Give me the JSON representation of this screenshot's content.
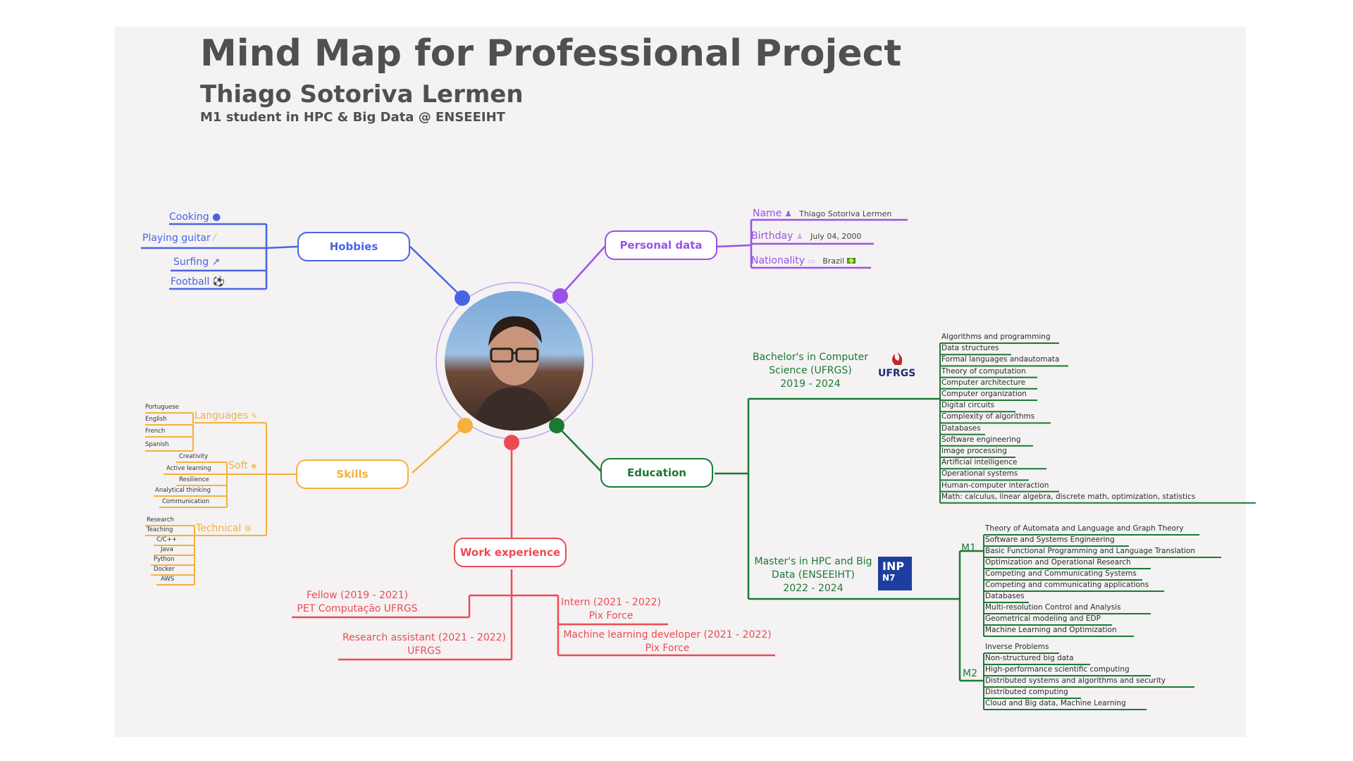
{
  "title": "Mind Map for Professional Project",
  "subtitle": "Thiago Sotoriva Lermen",
  "role": "M1 student in HPC & Big Data @ ENSEEIHT",
  "colors": {
    "hobbies": "#4a63e6",
    "personal": "#9b52e8",
    "education": "#1a7a34",
    "skills": "#f5b13c",
    "work": "#ec4b55"
  },
  "hobbies": {
    "label": "Hobbies",
    "items": [
      {
        "text": "Cooking",
        "icon": "cooking-icon"
      },
      {
        "text": "Playing guitar",
        "icon": "guitar-icon"
      },
      {
        "text": "Surfing",
        "icon": "surfing-icon"
      },
      {
        "text": "Football",
        "icon": "football-icon"
      }
    ]
  },
  "personal": {
    "label": "Personal data",
    "name_label": "Name",
    "name_value": "Thiago Sotoriva Lermen",
    "birthday_label": "Birthday",
    "birthday_value": "July 04, 2000",
    "nationality_label": "Nationality",
    "nationality_value": "Brazil"
  },
  "skills": {
    "label": "Skills",
    "languages_label": "Languages",
    "languages": [
      "Portuguese",
      "English",
      "French",
      "Spanish"
    ],
    "soft_label": "Soft",
    "soft": [
      "Creativity",
      "Active learning",
      "Resilience",
      "Analytical thinking",
      "Communication"
    ],
    "technical_label": "Technical",
    "technical": [
      "Research",
      "Teaching",
      "C/C++",
      "Java",
      "Python",
      "Docker",
      "AWS"
    ]
  },
  "education": {
    "label": "Education",
    "bachelor": [
      "Bachelor's in Computer",
      "Science (UFRGS)",
      "2019 - 2024"
    ],
    "bachelor_logo": "UFRGS",
    "bachelor_courses": [
      "Algorithms and programming",
      "Data structures",
      "Formal languages andautomata",
      "Theory of computation",
      "Computer architecture",
      "Computer organization",
      "Digital circuits",
      "Complexity of algorithms",
      "Databases",
      "Software engineering",
      "Image processing",
      "Artificial intelligence",
      "Operational systems",
      "Human-computer interaction",
      "Math: calculus, linear algebra, discrete math, optimization, statistics"
    ],
    "master": [
      "Master's in HPC and Big",
      "Data (ENSEEIHT)",
      "2022 - 2024"
    ],
    "master_logo_top": "INP",
    "master_logo_bottom": "N7",
    "m1_label": "M1",
    "m1_courses": [
      "Theory of Automata and Language and Graph Theory",
      "Software and Systems Engineering",
      "Basic Functional Programming and Language Translation",
      "Optimization and Operational Research",
      "Competing and Communicating Systems",
      "Competing and communicating applications",
      "Databases",
      "Multi-resolution Control and Analysis",
      "Geometrical modeling and EDP",
      "Machine Learning and Optimization"
    ],
    "m2_label": "M2",
    "m2_courses": [
      "Inverse Problems",
      "Non-structured big data",
      "High-performance scientific computing",
      "Distributed systems and algorithms and security",
      "Distributed computing",
      "Cloud and Big data, Machine Learning"
    ]
  },
  "work": {
    "label": "Work experience",
    "fellow": [
      "Fellow (2019 - 2021)",
      "PET Computação UFRGS"
    ],
    "research": [
      "Research assistant (2021 - 2022)",
      "UFRGS"
    ],
    "intern": [
      "Intern (2021 - 2022)",
      "Pix Force"
    ],
    "ml": [
      "Machine learning developer (2021 - 2022)",
      "Pix Force"
    ]
  }
}
